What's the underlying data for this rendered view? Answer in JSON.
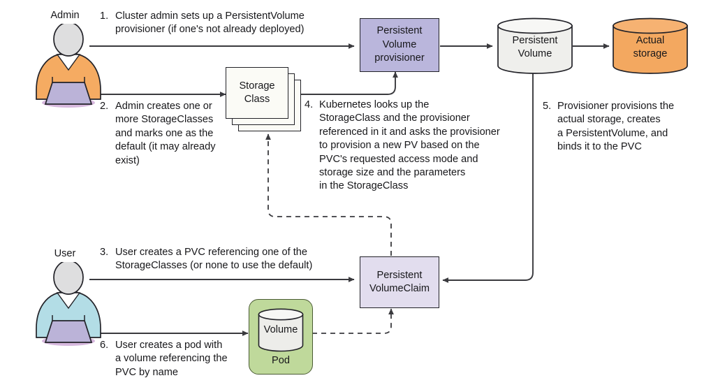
{
  "diagram": {
    "title": "Kubernetes dynamic PersistentVolume provisioning flow",
    "colors": {
      "provisioner_fill": "#bab6dc",
      "pvc_fill": "#e2ddee",
      "storageclass_fill": "#fbfbf6",
      "persistentvolume_fill": "#efefec",
      "actualstorage_fill": "#f3a860",
      "pod_fill": "#bfd99b",
      "volume_fill": "#ededea",
      "admin_body": "#f5ab62",
      "user_body": "#b3dde6",
      "head_fill": "#dededf",
      "laptop_fill": "#bbb3d8",
      "line": "#3a3a3e"
    }
  },
  "actors": [
    {
      "id": "admin",
      "label": "Admin"
    },
    {
      "id": "user",
      "label": "User"
    }
  ],
  "nodes": {
    "pv_provisioner": {
      "label": "Persistent\nVolume\nprovisioner"
    },
    "persistent_volume": {
      "label": "Persistent\nVolume"
    },
    "actual_storage": {
      "label": "Actual\nstorage"
    },
    "storage_class": {
      "label": "Storage\nClass"
    },
    "pvc": {
      "label": "Persistent\nVolumeClaim"
    },
    "pod": {
      "label": "Pod"
    },
    "volume": {
      "label": "Volume"
    }
  },
  "steps": [
    {
      "id": "step1",
      "num": "1.",
      "text": "Cluster admin sets up a PersistentVolume\nprovisioner (if one's not already deployed)"
    },
    {
      "id": "step2",
      "num": "2.",
      "text": "Admin creates one or\nmore StorageClasses\nand marks one as the\ndefault (it may already\nexist)"
    },
    {
      "id": "step3",
      "num": "3.",
      "text": "User creates a PVC referencing one of the\nStorageClasses (or none to use the default)"
    },
    {
      "id": "step4",
      "num": "4.",
      "text": "Kubernetes looks up the\nStorageClass and the provisioner\nreferenced in it and asks the provisioner\nto provision a new PV based on the\nPVC's requested access mode and\nstorage size and the parameters\nin the StorageClass"
    },
    {
      "id": "step5",
      "num": "5.",
      "text": "Provisioner provisions the\nactual storage, creates\na PersistentVolume, and\nbinds it to the PVC"
    },
    {
      "id": "step6",
      "num": "6.",
      "text": "User creates a pod with\na volume referencing the\nPVC by name"
    }
  ]
}
